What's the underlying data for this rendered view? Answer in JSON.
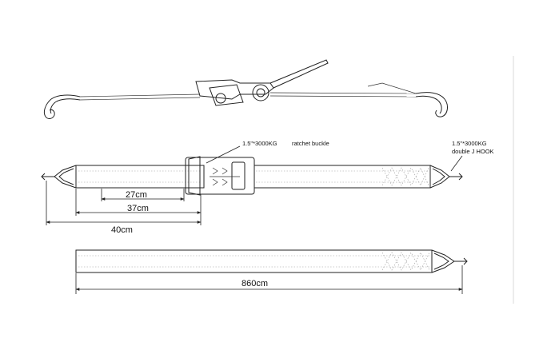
{
  "labels": {
    "buckle_spec": "1.5\"*3000KG",
    "buckle_name": "ratchet buckle",
    "hook_spec": "1.5\"*3000KG",
    "hook_name": "double J HOOK"
  },
  "dimensions": {
    "d27": "27cm",
    "d37": "37cm",
    "d40": "40cm",
    "d860": "860cm"
  }
}
